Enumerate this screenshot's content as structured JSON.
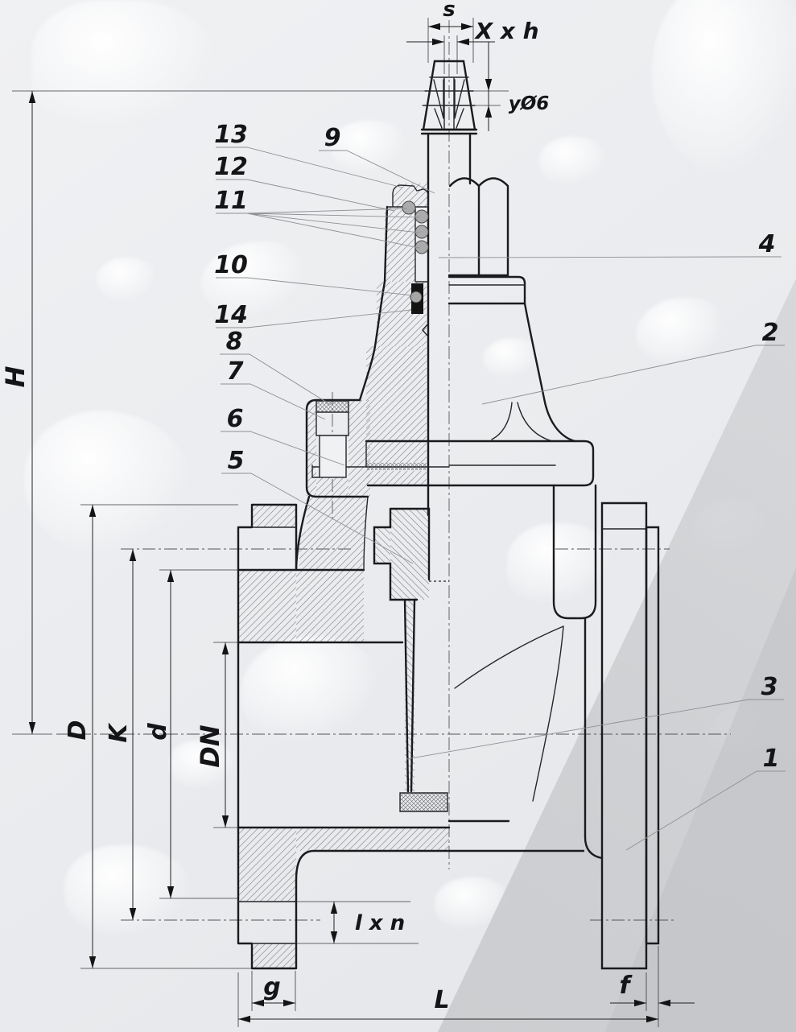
{
  "page": {
    "background_color": "#eceef0",
    "description": "Sectional technical drawing of a flanged gate valve (half section) with part callouts and letter dimensions"
  },
  "dimension_labels": {
    "s": "s",
    "x_by_h": "X x h",
    "y_dia6": "yØ6",
    "H": "H",
    "D": "D",
    "K": "K",
    "d": "d",
    "DN": "DN",
    "l_by_n": "l x n",
    "g": "g",
    "L": "L",
    "f": "f"
  },
  "part_callouts": {
    "p1": "1",
    "p2": "2",
    "p3": "3",
    "p4": "4",
    "p5": "5",
    "p6": "6",
    "p7": "7",
    "p8": "8",
    "p9": "9",
    "p10": "10",
    "p11": "11",
    "p12": "12",
    "p13": "13",
    "p14": "14"
  }
}
